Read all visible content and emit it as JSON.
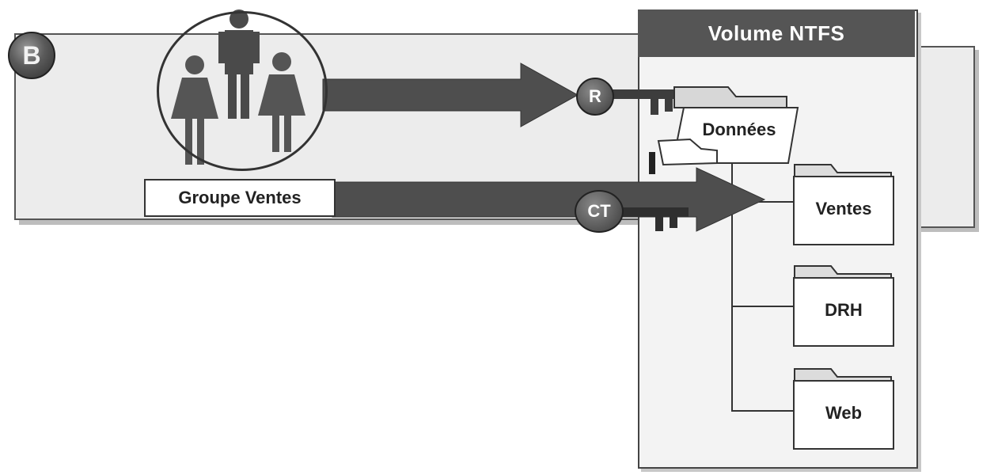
{
  "badge": {
    "letter": "B"
  },
  "group": {
    "label": "Groupe Ventes"
  },
  "volume": {
    "title": "Volume NTFS",
    "root_folder": "Données",
    "folders": [
      {
        "label": "Ventes"
      },
      {
        "label": "DRH"
      },
      {
        "label": "Web"
      }
    ]
  },
  "permissions": [
    {
      "code": "R"
    },
    {
      "code": "CT"
    }
  ],
  "colors": {
    "arrow": "#4e4e4e",
    "band": "#ececec",
    "volume_header": "#555555",
    "outline": "#333333"
  },
  "icons": [
    "user-female-icon",
    "user-male-icon",
    "user-female-icon",
    "key-icon",
    "folder-icon"
  ]
}
